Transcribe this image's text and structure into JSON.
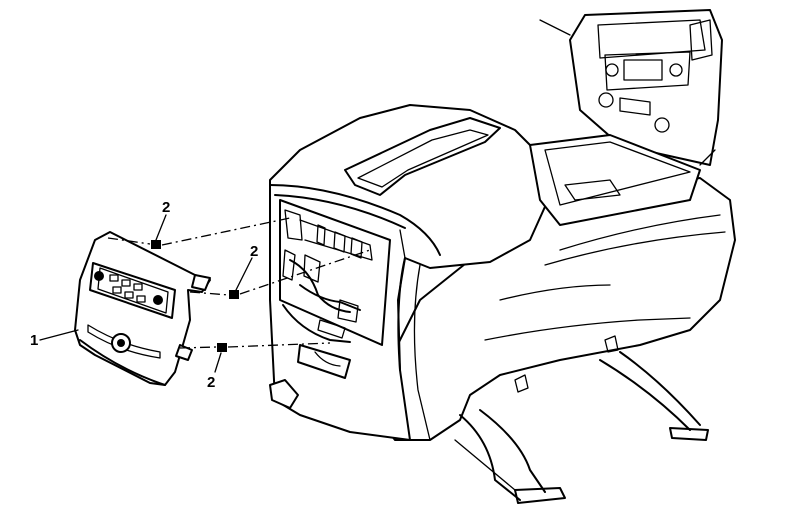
{
  "diagram": {
    "callouts": [
      {
        "id": "c1",
        "label": "1"
      },
      {
        "id": "c2a",
        "label": "2"
      },
      {
        "id": "c2b",
        "label": "2"
      },
      {
        "id": "c2c",
        "label": "2"
      }
    ]
  }
}
